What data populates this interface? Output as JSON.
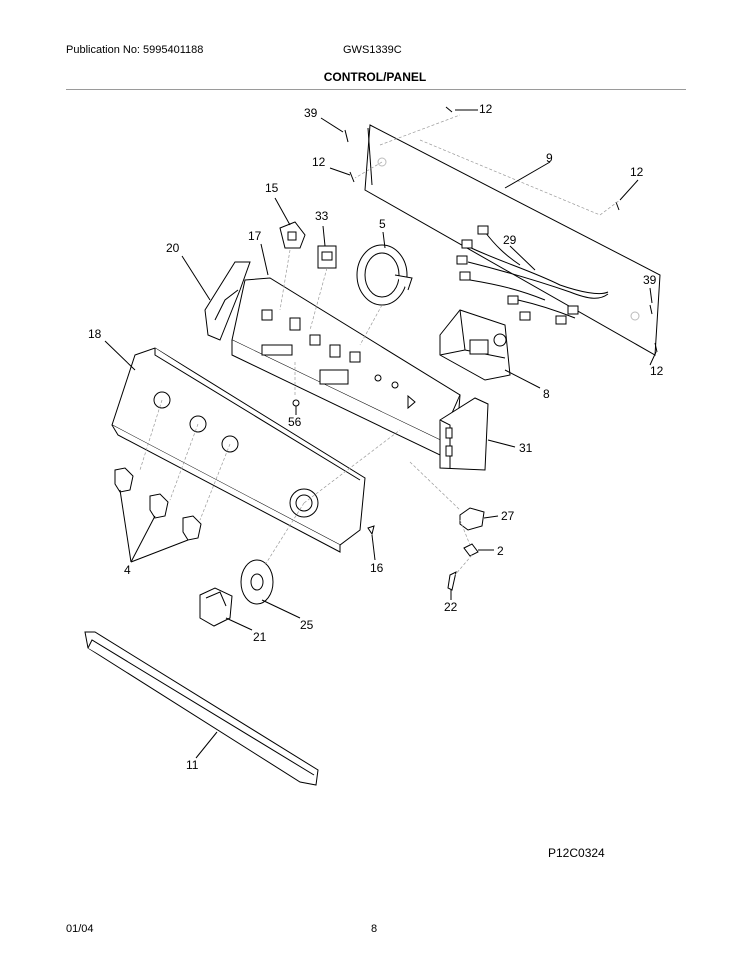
{
  "header": {
    "publication": "Publication No: 5995401188",
    "model": "GWS1339C",
    "section_title": "CONTROL/PANEL"
  },
  "callouts": {
    "c39a": "39",
    "c12a": "12",
    "c12b": "12",
    "c9": "9",
    "c12c": "12",
    "c15": "15",
    "c33": "33",
    "c5": "5",
    "c17": "17",
    "c20": "20",
    "c29": "29",
    "c39b": "39",
    "c18": "18",
    "c8": "8",
    "c12d": "12",
    "c56": "56",
    "c31": "31",
    "c27": "27",
    "c2": "2",
    "c4": "4",
    "c16": "16",
    "c22": "22",
    "c25": "25",
    "c21": "21",
    "c11": "11"
  },
  "footer": {
    "drawing_code": "P12C0324",
    "date": "01/04",
    "page": "8"
  }
}
